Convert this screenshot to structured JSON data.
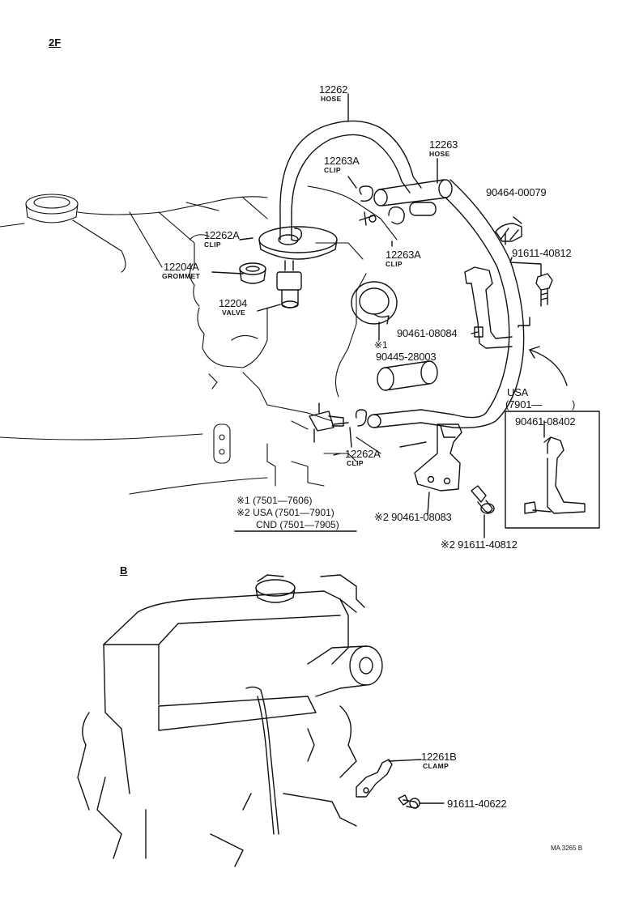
{
  "section_top": "2F",
  "section_bottom": "B",
  "drawing_code": "MA 3265 B",
  "parts": {
    "hose_12262": {
      "number": "12262",
      "name": "HOSE"
    },
    "hose_12263": {
      "number": "12263",
      "name": "HOSE"
    },
    "clip_12263a_upper": {
      "number": "12263A",
      "name": "CLIP"
    },
    "clip_12263a_lower": {
      "number": "12263A",
      "name": "CLIP"
    },
    "clip_12262a_upper": {
      "number": "12262A",
      "name": "CLIP"
    },
    "clip_12262a_lower": {
      "number": "12262A",
      "name": "CLIP"
    },
    "grommet_12204a": {
      "number": "12204A",
      "name": "GROMMET"
    },
    "valve_12204": {
      "number": "12204",
      "name": "VALVE"
    },
    "p_90464": {
      "number": "90464-00079"
    },
    "p_91611_a": {
      "number": "91611-40812"
    },
    "p_90461_08084": {
      "number": "90461-08084"
    },
    "p_90445": {
      "number": "90445-28003"
    },
    "p_90461_08402": {
      "number": "90461-08402"
    },
    "p_90461_08083": {
      "number": "※2 90461-08083"
    },
    "p_91611_b": {
      "number": "※2 91611-40812"
    },
    "clamp_12261b": {
      "number": "12261B",
      "name": "CLAMP"
    },
    "p_91611_40622": {
      "number": "91611-40622"
    }
  },
  "marker_1": "※1",
  "usa_label": "USA",
  "usa_range": "(7901—",
  "usa_close": ")",
  "notes": {
    "n1": "※1 (7501—7606)",
    "n2": "※2  USA (7501—7901)",
    "n3": "CND (7501—7905)"
  }
}
